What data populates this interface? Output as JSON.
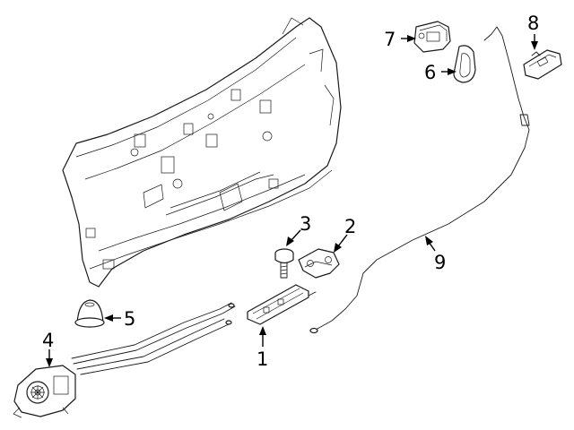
{
  "callouts": {
    "c1": "1",
    "c2": "2",
    "c3": "3",
    "c4": "4",
    "c5": "5",
    "c6": "6",
    "c7": "7",
    "c8": "8",
    "c9": "9"
  },
  "colors": {
    "line": "#1a1a1a",
    "background": "#ffffff",
    "fill_part": "#e9e9e9"
  }
}
